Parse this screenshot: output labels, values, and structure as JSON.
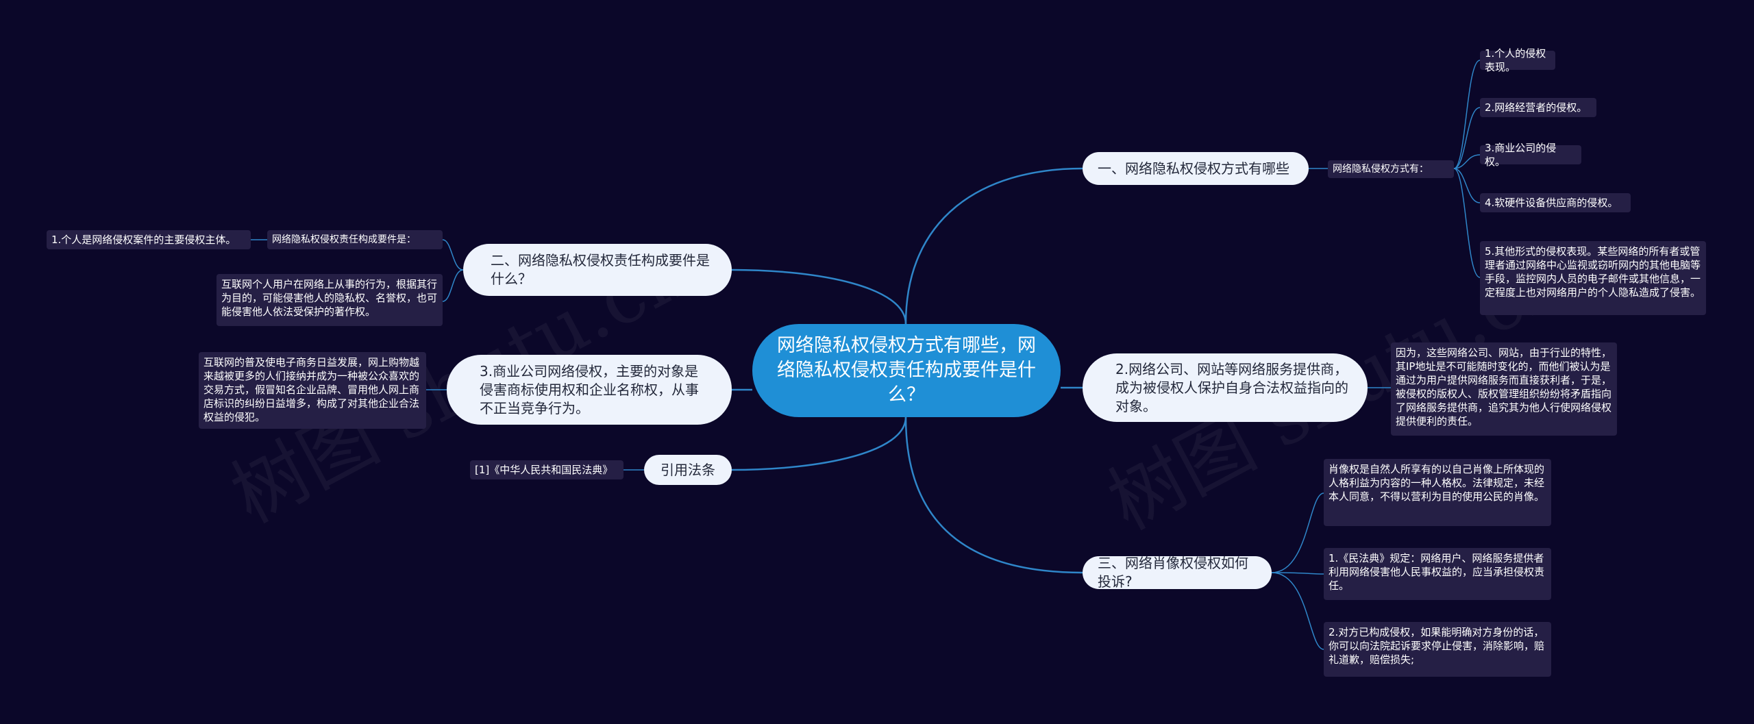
{
  "root": {
    "label": "网络隐私权侵权方式有哪些，网络隐私权侵权责任构成要件是什么？"
  },
  "colors": {
    "background": "#0b0729",
    "root": "#1f8fd6",
    "branch": "#eef3fc",
    "leaf": "#251f45",
    "edge": "#2f86c9"
  },
  "right": {
    "b1": {
      "label": "一、网络隐私权侵权方式有哪些",
      "sub": "网络隐私侵权方式有：",
      "items": [
        "1.个人的侵权表现。",
        "2.网络经营者的侵权。",
        "3.商业公司的侵权。",
        "4.软硬件设备供应商的侵权。",
        "5.其他形式的侵权表现。某些网络的所有者或管理者通过网络中心监视或窃听网内的其他电脑等手段，监控网内人员的电子邮件或其他信息，一定程度上也对网络用户的个人隐私造成了侵害。"
      ]
    },
    "b2": {
      "label": "2.网络公司、网站等网络服务提供商，成为被侵权人保护自身合法权益指向的对象。",
      "detail": "因为，这些网络公司、网站，由于行业的特性，其IP地址是不可能随时变化的，而他们被认为是通过为用户提供网络服务而直接获利者，于是，被侵权的版权人、版权管理组织纷纷将矛盾指向了网络服务提供商，追究其为他人行使网络侵权提供便利的责任。"
    },
    "b3": {
      "label": "三、网络肖像权侵权如何投诉?",
      "items": [
        "肖像权是自然人所享有的以自己肖像上所体现的人格利益为内容的一种人格权。法律规定，未经本人同意，不得以营利为目的使用公民的肖像。",
        "1.《民法典》规定：网络用户、网络服务提供者利用网络侵害他人民事权益的，应当承担侵权责任。",
        "2.对方已构成侵权，如果能明确对方身份的话，你可以向法院起诉要求停止侵害，消除影响，赔礼道歉，赔偿损失;"
      ]
    }
  },
  "left": {
    "b1": {
      "label": "二、网络隐私权侵权责任构成要件是什么？",
      "sub": "网络隐私权侵权责任构成要件是：",
      "sub_detail": "1.个人是网络侵权案件的主要侵权主体。",
      "detail": "互联网个人用户在网络上从事的行为，根据其行为目的，可能侵害他人的隐私权、名誉权，也可能侵害他人依法受保护的著作权。"
    },
    "b2": {
      "label": "3.商业公司网络侵权，主要的对象是侵害商标使用权和企业名称权，从事不正当竞争行为。",
      "detail": "互联网的普及使电子商务日益发展，网上购物越来越被更多的人们接纳并成为一种被公众喜欢的交易方式，假冒知名企业品牌、冒用他人网上商店标识的纠纷日益增多，构成了对其他企业合法权益的侵犯。"
    },
    "b3": {
      "label": "引用法条",
      "detail": "[1]《中华人民共和国民法典》"
    }
  },
  "watermark": {
    "text": "树图 shutu.cn"
  }
}
